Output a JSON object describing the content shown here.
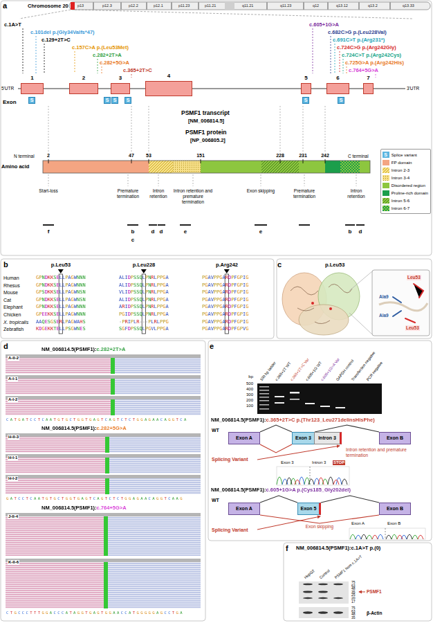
{
  "diagram": {
    "nodes": [
      {
        "text": [
          "1"
        ]
      },
      {
        "text": [
          "2"
        ]
      },
      {
        "text": [
          "3"
        ]
      },
      {
        "text": [
          "4"
        ]
      },
      {
        "text": [
          "5"
        ]
      },
      {
        "text": [
          "6"
        ]
      },
      {
        "text": [
          "7"
        ]
      },
      {
        "text": [
          "S"
        ]
      },
      {
        "text": [
          "S"
        ]
      },
      {
        "text": [
          "S"
        ]
      },
      {
        "text": [
          "S"
        ]
      },
      {
        "text": [
          "S"
        ]
      },
      {
        "text": [
          "S"
        ]
      },
      {
        "text": [
          "Exon A"
        ]
      },
      {
        "text": [
          "Exon 3"
        ]
      },
      {
        "text": [
          "Intron 3"
        ]
      },
      {
        "text": [
          "Exon B"
        ]
      },
      {
        "text": [
          "Exon A"
        ]
      },
      {
        "text": [
          "Exon 5"
        ]
      },
      {
        "text": [
          "Exon B"
        ]
      }
    ],
    "edges": [
      {
        "from": 13,
        "to": 14,
        "arrow": "none"
      },
      {
        "from": 14,
        "to": 16,
        "arrow": "none"
      },
      {
        "from": 13,
        "to": 14,
        "arrow": "none"
      },
      {
        "from": 17,
        "to": 18,
        "arrow": "none"
      },
      {
        "from": 18,
        "to": 19,
        "arrow": "none"
      },
      {
        "from": 17,
        "to": 19,
        "arrow": "none",
        "label": "Exon skipping"
      }
    ],
    "labels": [
      "a",
      "Chromosome 20",
      "p13",
      "p12.3",
      "p12.2",
      "p12.1",
      "p11.23",
      "p11.21",
      "q11.21",
      "q11.23",
      "q12",
      "q13.12",
      "q13.2",
      "q13.33",
      "c.1A>T",
      "c.101del p.(Gly34Valfs*47)",
      "c.129+2T>C",
      "c.157C>A p.(Leu53Met)",
      "c.282+2T>A",
      "c.282+5G>A",
      "c.365+2T>C",
      "c.605+1G>A",
      "c.682C>G p.(Leu228Val)",
      "c.691C>T p.(Arg231*)",
      "c.724C>G p.(Arg242Gly)",
      "c.724C>T p.(Arg242Cys)",
      "c.725G>A p.(Arg242His)",
      "c.764+5G>A",
      "5'UTR",
      "Exon",
      "PSMF1 transcript",
      "[NM_006814.5]",
      "3'UTR",
      "PSMF1 protein",
      "[NP_006805.2]",
      "Amino acid",
      "N terminal",
      "C terminal",
      "2",
      "47",
      "53",
      "151",
      "228",
      "231",
      "242",
      "Start-loss",
      "Premature termination",
      "Intron retention",
      "Intron retention and premature termination",
      "Exon skipping",
      "Premature termination",
      "Intron retention",
      "f",
      "b",
      "c",
      "d",
      "d",
      "e",
      "e",
      "b",
      "d",
      "S",
      "b",
      "p.Leu53",
      "p.Leu228",
      "p.Arg242",
      "Human",
      "Rhesus",
      "Mouse",
      "Cat",
      "Elephant",
      "Chicken",
      "X. tropicalis",
      "Zebrafish",
      "GPNDKKSELLPAGWNNN",
      "GPNDKKSELLPAGWNNN",
      "GPSDKKSELLPAGWNSN",
      "GPNDKKSELLPAGWNSN",
      "GPNDKKSELLPAGWNNN",
      "GPEEKKSELLPAGWNNN",
      "AAQESGSERLPAGWAHS",
      "KDGEKKTELLPSGWNES",
      "ALIDPSSQLPNRLPPGA",
      "ALIDPSSQLPNRLPPGA",
      "VLIDPSSQLPNRLPPGA",
      "ALIDPSSQLPNRLPPGA",
      "ARIDPSSQLPNRLPPGA",
      "PGIDPSSQLPNRLPPGA",
      "-PRIPLR---PLRLPPG",
      "SGFDPSSQLPGVLPPGA",
      "PGAVPPGARDPFGPIG",
      "PGAVPPGARDPFGPIG",
      "PGAVPPGARDPFGPIG",
      "PGAVPPGARDPFGPIG",
      "PGAVPPGARDPFGPIG",
      "PGAVPPGARDPFGPIG",
      "PGAVPPGARDPFGPIG",
      "PGAVPPGARDPFGPVG",
      "c",
      "p.Leu53",
      "Leu53",
      "Ala9",
      "Ala9",
      "Leu53",
      "d",
      "NM_006814.5(PSMF1):c.282+2T>A",
      "A-II-2",
      "A-I-1",
      "A-I-2",
      "CATGATCCTCAATGTGCTGGTGAGTCAGTCTCTGGAGAACAGGTCA",
      "NM_006814.5(PSMF1):c.282+5G>A",
      "H-II-3",
      "H-I-1",
      "H-I-2",
      "GATCCTCAATGTGCTGGTGAGTCAGTCTCTGGAGAACAGGTCAAG",
      "NM_006814.5(PSMF1):c.764+5G>A",
      "J-II-4",
      "K-II-6",
      "CTGCCCTTTGGACCCATAGGTGAGTGGAACCATGGGGGAGCCTGA",
      "e",
      "bp",
      "500",
      "400",
      "300",
      "200",
      "100",
      "100 bp ladder",
      "c.365+2T WT",
      "c.365+2T>C Var",
      "c.605+1G WT",
      "c.605+1G>A Var",
      "GAPDH control",
      "Transfection negative",
      "PCR negative",
      "NM_006814.5(PSMF1):c.365+2T>C p.(Thr123_Leu271delinsHisPhe)",
      "WT",
      "Splicing Variant",
      "Intron retention and premature termination",
      "Exon 3",
      "Intron 3",
      "STOP",
      "NM_006814.5(PSMF1):c.605+1G>A p.(Cys185_Gly202del)",
      "WT",
      "Splicing Variant",
      "Exon A",
      "Exon B",
      "f",
      "NM_006814.5(PSMF1):c.1A>T p.(0)",
      "HepG2",
      "Control",
      "PSMF1 hom c.1A>T",
      "PSMF1",
      "75",
      "63",
      "48",
      "35",
      "25",
      "20",
      "17",
      "75",
      "63",
      "48",
      "35",
      "β-Actin"
    ],
    "legend": [
      {
        "text": "Splice variant"
      },
      {
        "text": "FP domain",
        "color": "#f4a582"
      },
      {
        "text": "Intron 2-3"
      },
      {
        "text": "Intron 3-4"
      },
      {
        "text": "Disordered region",
        "color": "#8dc63f"
      },
      {
        "text": "Proline-rich domain",
        "color": "#1b9e4b"
      },
      {
        "text": "Intron 5-6"
      },
      {
        "text": "Intron 6-7"
      }
    ]
  }
}
